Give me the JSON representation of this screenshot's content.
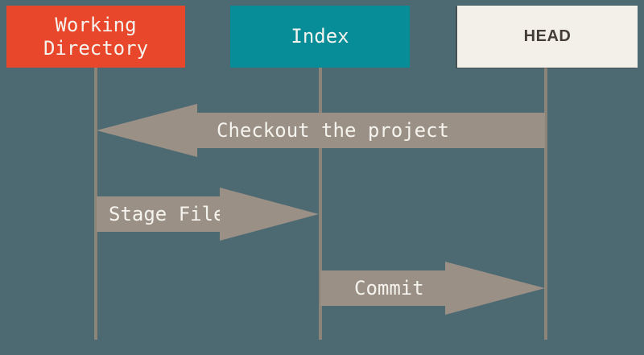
{
  "colors": {
    "bg": "#4D6972",
    "red": "#E8472C",
    "teal": "#078D98",
    "cream": "#F2F0E8",
    "arrow": "#9A9086",
    "line": "#8C8379",
    "light-text": "#F5F3EE",
    "dark-text": "#453E38"
  },
  "columns": [
    {
      "id": "working-directory",
      "label": "Working Directory",
      "color": "#E8472C"
    },
    {
      "id": "index",
      "label": "Index",
      "color": "#078D98"
    },
    {
      "id": "head",
      "label": "HEAD",
      "color": "#F2F0E8"
    }
  ],
  "arrows": [
    {
      "label": "Checkout the project",
      "from": "head",
      "to": "working-directory",
      "direction": "left"
    },
    {
      "label": "Stage Files",
      "from": "working-directory",
      "to": "index",
      "direction": "right"
    },
    {
      "label": "Commit",
      "from": "index",
      "to": "head",
      "direction": "right"
    }
  ]
}
